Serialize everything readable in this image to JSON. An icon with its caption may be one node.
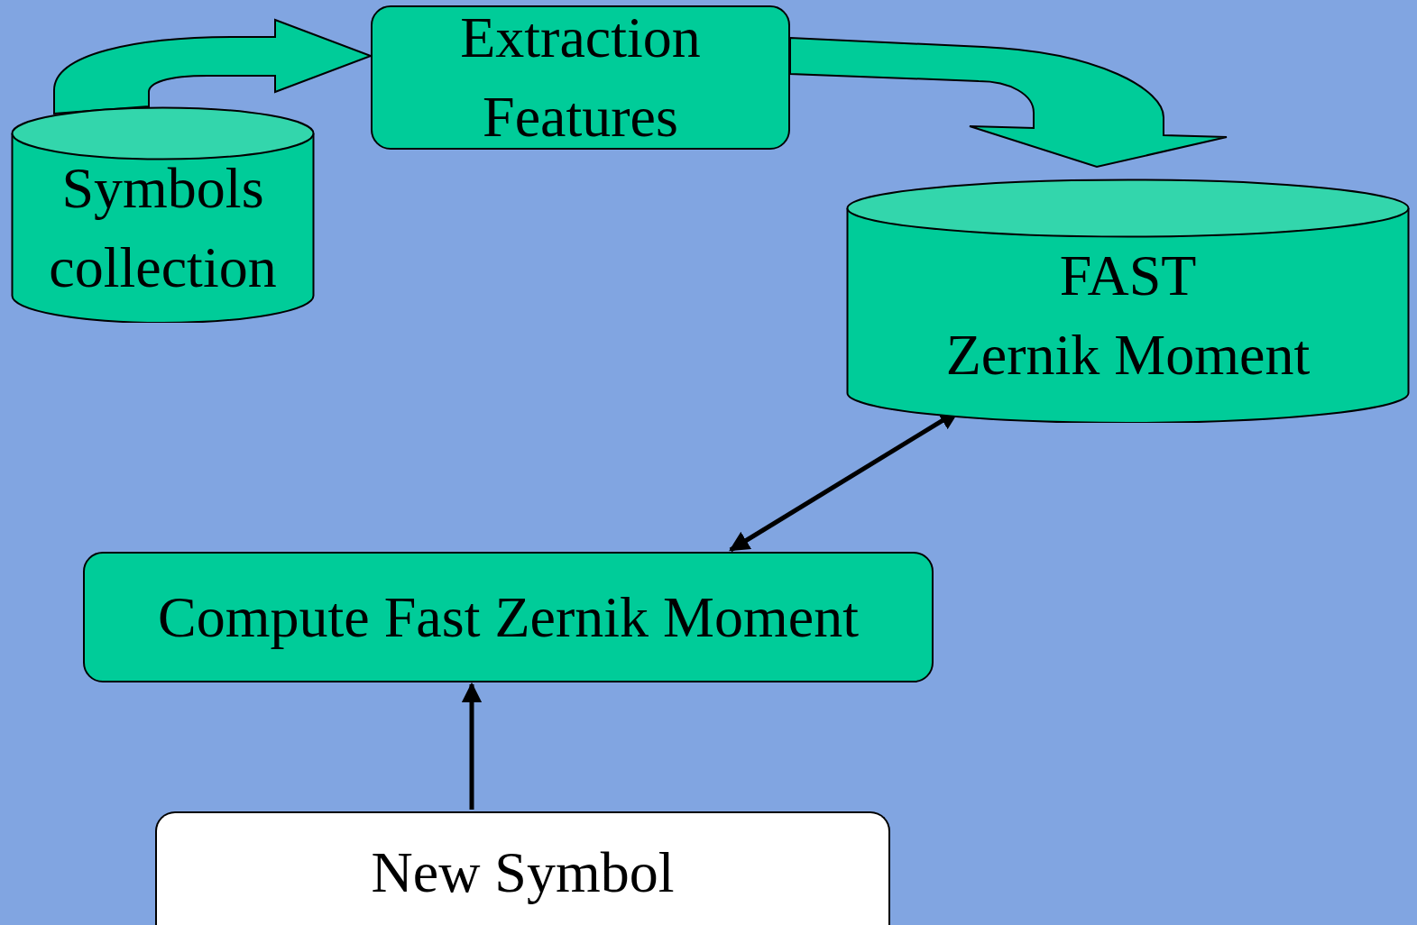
{
  "diagram": {
    "nodes": [
      {
        "text": [
          "Symbols collection"
        ]
      },
      {
        "text": [
          "Extraction Features"
        ]
      },
      {
        "text": [
          "FAST",
          "Zernik Moment"
        ]
      },
      {
        "text": [
          "Compute Fast Zernik Moment"
        ]
      },
      {
        "text": [
          "New Symbol"
        ]
      }
    ],
    "edges": [
      {
        "from": 0,
        "to": 1,
        "arrow": "to",
        "style": "thick"
      },
      {
        "from": 1,
        "to": 2,
        "arrow": "to",
        "style": "thick"
      },
      {
        "from": 3,
        "to": 2,
        "arrow": "both"
      },
      {
        "from": 4,
        "to": 3,
        "arrow": "to"
      }
    ]
  }
}
